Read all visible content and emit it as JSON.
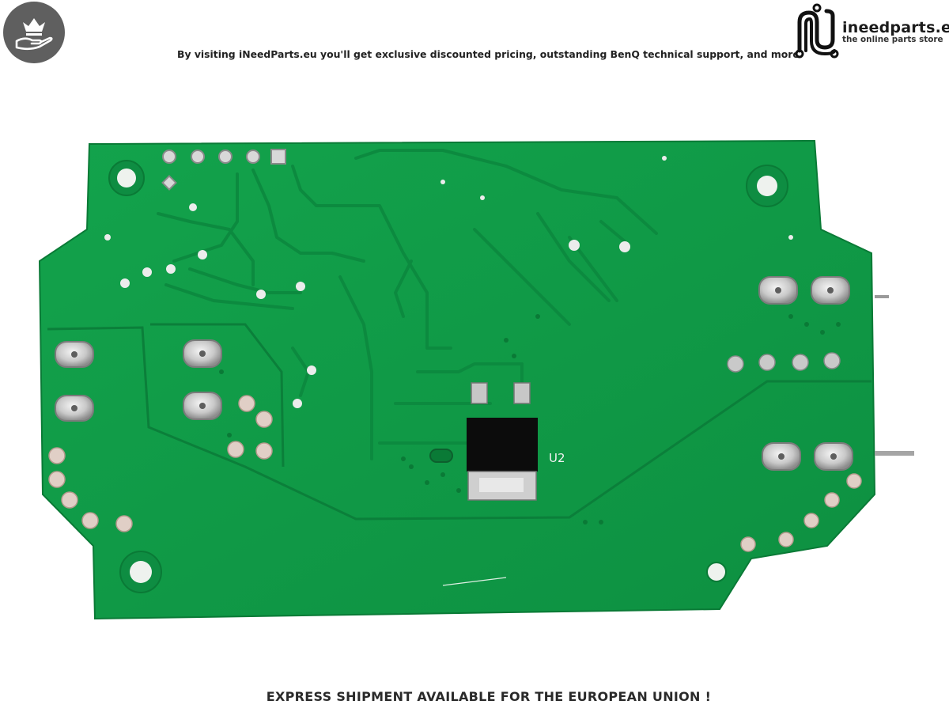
{
  "header": {
    "tagline": "By visiting iNeedParts.eu you'll get exclusive discounted pricing, outstanding BenQ technical support, and more",
    "logo_name": "ineedparts.eu",
    "logo_tag": "the online parts store",
    "badge_icon": "crown-hand-icon"
  },
  "board": {
    "silkscreen_label": "U2",
    "pcb_color": "#0f9a47",
    "description_icon": "pcb-photo"
  },
  "footer": {
    "text": "EXPRESS SHIPMENT AVAILABLE FOR THE EUROPEAN UNION !"
  }
}
